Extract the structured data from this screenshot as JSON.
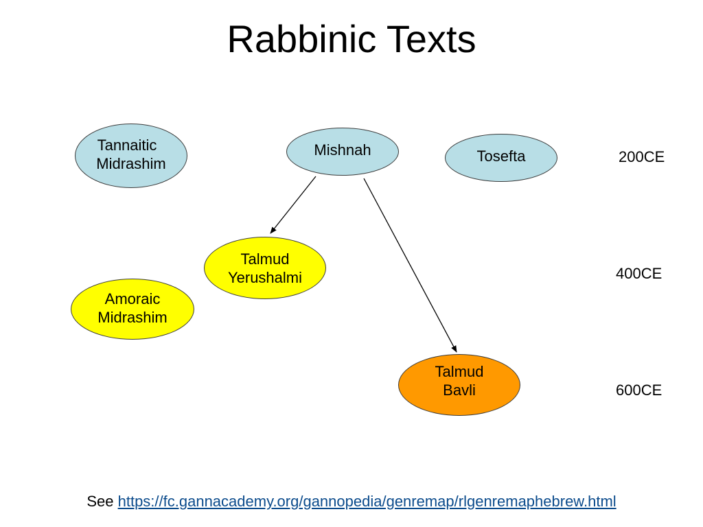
{
  "title": "Rabbinic Texts",
  "colors": {
    "tannaitic_fill": "#b8dee6",
    "amoraic_fill": "#ffff00",
    "bavli_fill": "#ff9900",
    "link": "#0b4b8c"
  },
  "nodes": {
    "tannaitic_midrashim": {
      "line1": "Tannaitic",
      "line2": "Midrashim"
    },
    "mishnah": {
      "line1": "Mishnah"
    },
    "tosefta": {
      "line1": "Tosefta"
    },
    "talmud_yerushalmi": {
      "line1": "Talmud",
      "line2": "Yerushalmi"
    },
    "amoraic_midrashim": {
      "line1": "Amoraic",
      "line2": "Midrashim"
    },
    "talmud_bavli": {
      "line1": "Talmud",
      "line2": "Bavli"
    }
  },
  "eras": [
    "200CE",
    "400CE",
    "600CE"
  ],
  "footer": {
    "prefix": "See",
    "link_text": "https://fc.gannacademy.org/gannopedia/genremap/rlgenremaphebrew.html"
  }
}
